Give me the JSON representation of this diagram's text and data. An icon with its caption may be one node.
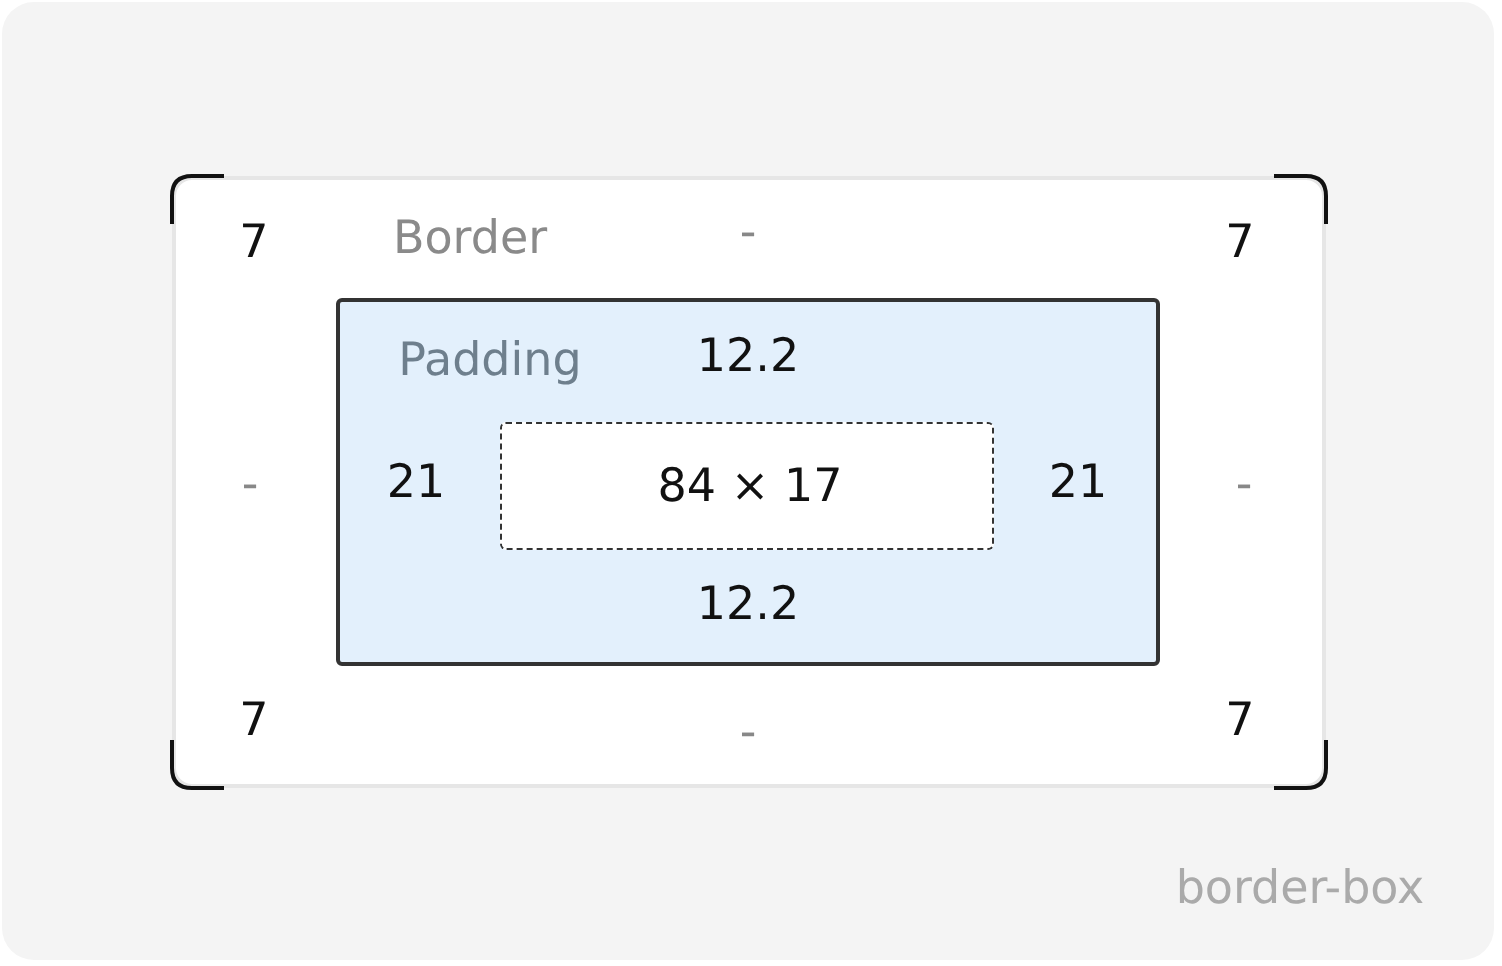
{
  "diagram": {
    "nodes": [
      {
        "text": [
          "Border"
        ]
      },
      {
        "text": [
          "Padding"
        ],
        "in": 0
      },
      {
        "text": [
          "84 × 17"
        ],
        "in": 1
      }
    ],
    "edges": [],
    "labels": [
      "7",
      "-",
      "7",
      "12.2",
      "-",
      "21",
      "21",
      "-",
      "12.2",
      "7",
      "-",
      "7",
      "border-box"
    ]
  }
}
